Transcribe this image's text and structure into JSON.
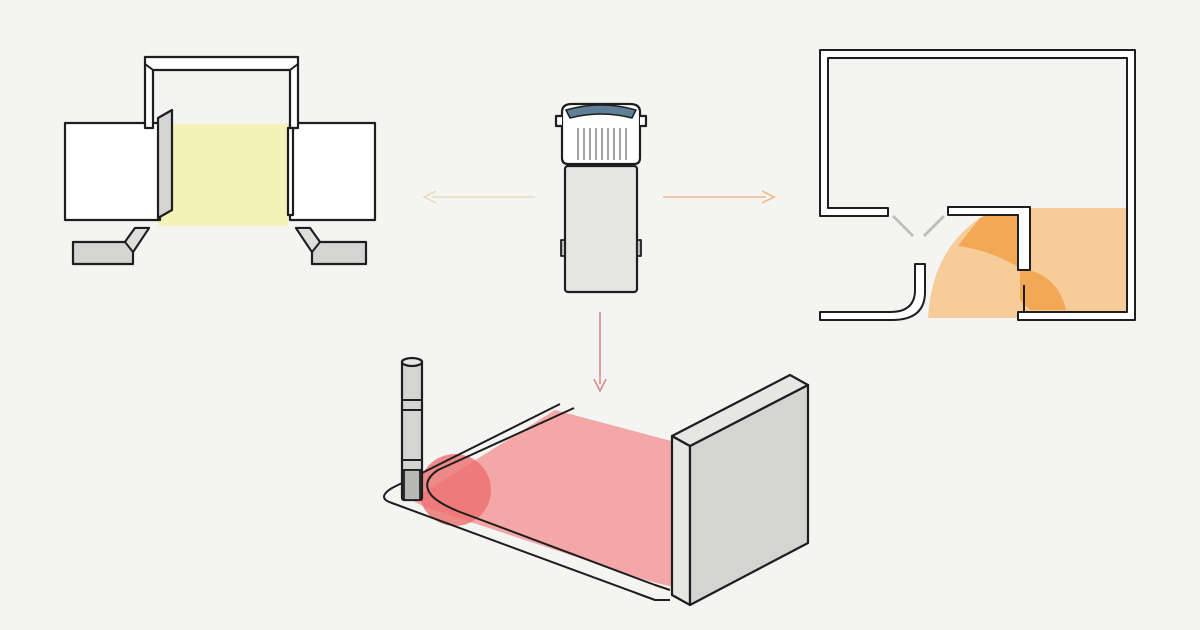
{
  "colors": {
    "background": "#f4f4f2",
    "outline": "#1e1e1e",
    "gray_fill": "#d4d4d2",
    "dark_gray_fill": "#b8b8b6",
    "dock_zone": "#f4f2b8",
    "turn_zone": "#f7c88f",
    "turn_zone_dark": "#f2a14a",
    "danger_zone": "#f29a9a",
    "danger_zone_dark": "#ec6e6e",
    "arrow_left": "#e6deb8",
    "arrow_right": "#f1b888",
    "arrow_down": "#d68888",
    "truck_window": "#5f7f97"
  },
  "diagram": {
    "truck": {
      "orientation": "top-view",
      "icon": "truck-icon"
    },
    "scenes": [
      {
        "name": "loading-dock",
        "icon": "dock-icon",
        "zone_color": "dock_zone"
      },
      {
        "name": "floor-plan-turn",
        "icon": "floor-plan-icon",
        "zone_color": "turn_zone"
      },
      {
        "name": "bollard-wall-corner",
        "icon": "bollard-icon",
        "zone_color": "danger_zone"
      }
    ],
    "arrows": [
      {
        "from": "truck",
        "to": "loading-dock",
        "color": "arrow_left"
      },
      {
        "from": "truck",
        "to": "floor-plan-turn",
        "color": "arrow_right"
      },
      {
        "from": "truck",
        "to": "bollard-wall-corner",
        "color": "arrow_down"
      }
    ]
  }
}
